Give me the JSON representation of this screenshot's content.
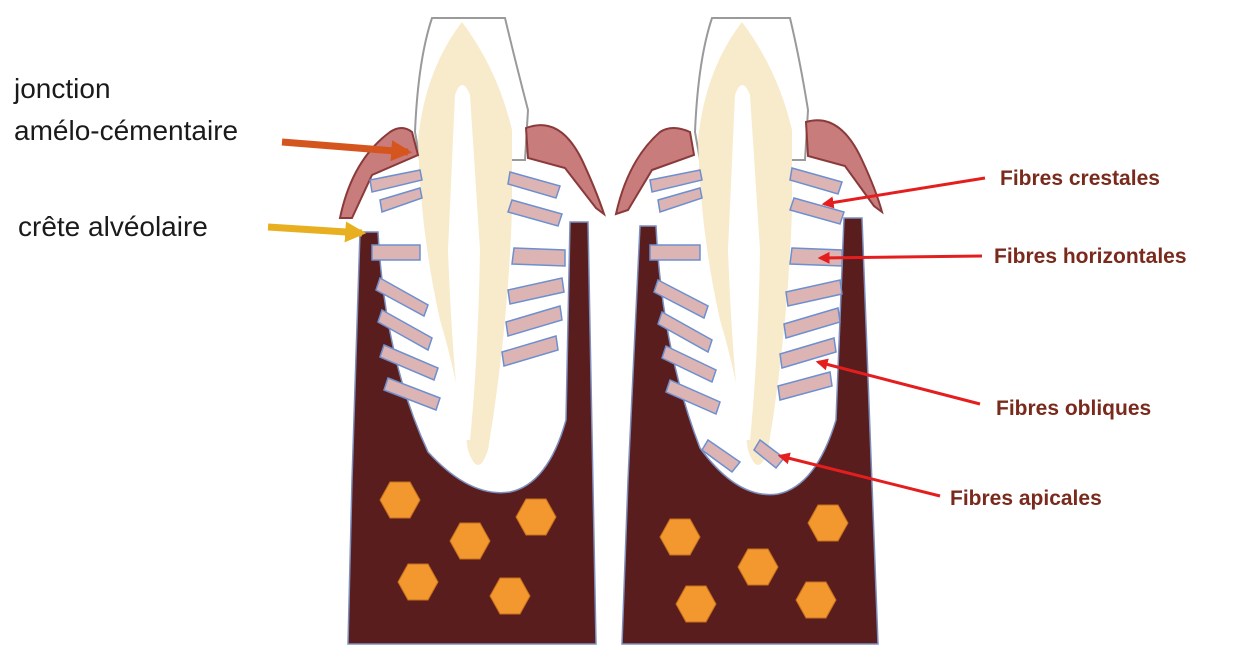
{
  "labels_left": {
    "jonction_line1": "jonction",
    "jonction_line2": "amélo-cémentaire",
    "crete": "crête alvéolaire"
  },
  "labels_right": {
    "crestales": "Fibres crestales",
    "horizontales": "Fibres horizontales",
    "obliques": "Fibres  obliques",
    "apicales": "Fibres  apicales"
  },
  "colors": {
    "bone": "#5a1d1d",
    "dentin": "#f8ebcb",
    "enamel_outline": "#9a9a9a",
    "gingiva": "#c97c7c",
    "gingiva_outline": "#8a3a3a",
    "fiber_fill": "#dcb4b4",
    "fiber_outline": "#6d8fcf",
    "marrow": "#f2982f",
    "arrow_red": "#e41e1e",
    "arrow_orange": "#d4561e",
    "arrow_yellow": "#e8b020",
    "right_label_text": "#7a2a1c"
  }
}
